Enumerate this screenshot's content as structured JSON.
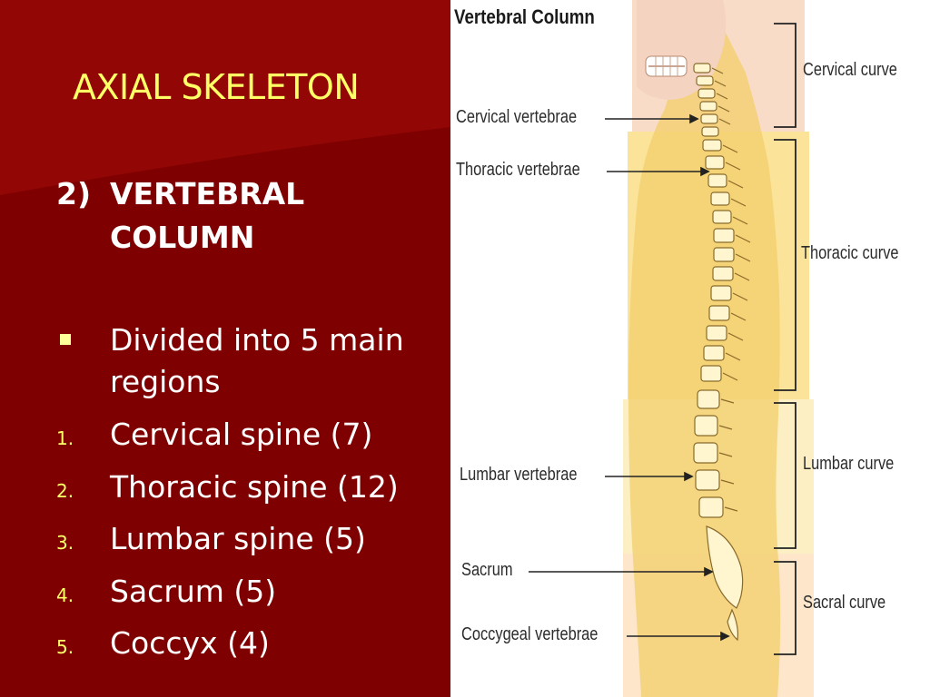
{
  "slide": {
    "title": "AXIAL SKELETON",
    "heading_number": "2)",
    "heading_line1": "VERTEBRAL",
    "heading_line2": "COLUMN",
    "bullet": "Divided into 5 main regions",
    "list": [
      {
        "marker": "1.",
        "text": "Cervical spine (7)"
      },
      {
        "marker": "2.",
        "text": "Thoracic spine (12)"
      },
      {
        "marker": "3.",
        "text": "Lumbar spine (5)"
      },
      {
        "marker": "4.",
        "text": "Sacrum (5)"
      },
      {
        "marker": "5.",
        "text": "Coccyx (4)"
      }
    ]
  },
  "figure": {
    "title": "Vertebral Column",
    "left_labels": [
      "Cervical vertebrae",
      "Thoracic vertebrae",
      "Lumbar vertebrae",
      "Sacrum",
      "Coccygeal vertebrae"
    ],
    "right_labels": [
      "Cervical curve",
      "Thoracic curve",
      "Lumbar curve",
      "Sacral curve"
    ]
  },
  "colors": {
    "background": "#800000",
    "title": "#ffff66",
    "text": "#ffffff",
    "bullet": "#ffff99",
    "body_fill": "#f7d45a"
  }
}
